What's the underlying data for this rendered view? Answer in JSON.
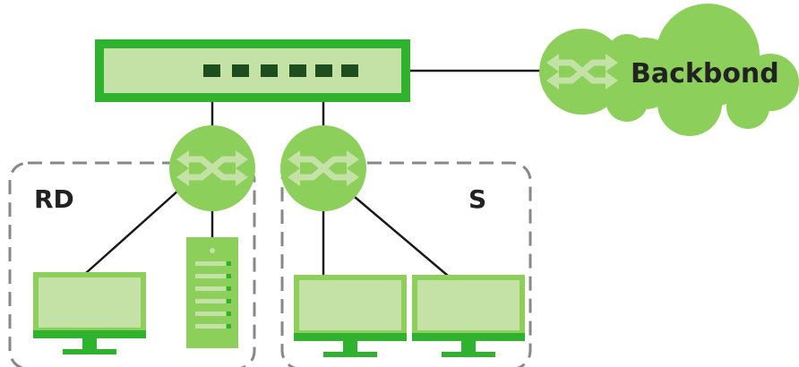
{
  "labels": {
    "backbone": "Backbond",
    "group_left": "RD",
    "group_right": "S"
  },
  "colors": {
    "green_dark": "#2fb32f",
    "green_mid": "#8ccf5a",
    "green_light": "#c4e2a6",
    "port_dark": "#1e4d1e",
    "line": "#1a1a1a",
    "dash": "#888888",
    "text": "#222222"
  },
  "icons": {
    "switch": "switch-icon",
    "router": "router-arrows-icon",
    "cloud": "cloud-icon",
    "monitor": "monitor-icon",
    "server": "server-icon"
  }
}
